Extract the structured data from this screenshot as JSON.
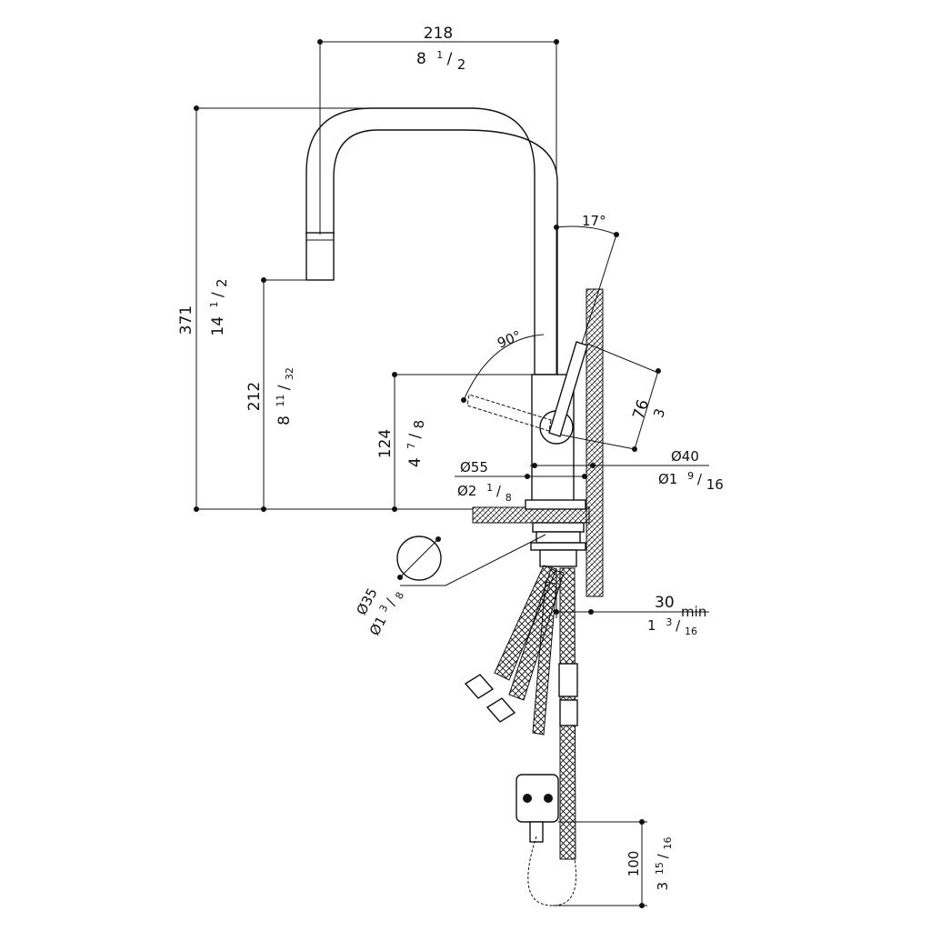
{
  "title": "",
  "dims": {
    "width_mm": "218",
    "width_in_whole": "8",
    "width_in_frac_n": "1",
    "width_in_frac_d": "2",
    "height_total_mm": "371",
    "height_total_in_whole": "14",
    "height_total_in_frac_n": "1",
    "height_total_in_frac_d": "2",
    "spout_height_mm": "212",
    "spout_height_in_whole": "8",
    "spout_height_in_frac_n": "11",
    "spout_height_in_frac_d": "32",
    "body_height_mm": "124",
    "body_height_in_whole": "4",
    "body_height_in_frac_n": "7",
    "body_height_in_frac_d": "8",
    "base_dia_mm": "Ø55",
    "base_dia_in_whole": "Ø2",
    "base_dia_in_frac_n": "1",
    "base_dia_in_frac_d": "8",
    "body_dia_mm": "Ø40",
    "body_dia_in_whole": "Ø1",
    "body_dia_in_frac_n": "9",
    "body_dia_in_frac_d": "16",
    "hole_dia_mm": "Ø35",
    "hole_dia_in_whole": "Ø1",
    "hole_dia_in_frac_n": "3",
    "hole_dia_in_frac_d": "8",
    "wall_clear_mm": "30",
    "wall_clear_suffix": "min",
    "wall_clear_in_whole": "1",
    "wall_clear_in_frac_n": "3",
    "wall_clear_in_frac_d": "16",
    "lever_len_mm": "76",
    "lever_len_in": "3",
    "hose_drop_mm": "100",
    "hose_drop_in_whole": "3",
    "hose_drop_in_frac_n": "15",
    "hose_drop_in_frac_d": "16",
    "angle_tilt": "17°",
    "angle_swing": "90°"
  },
  "colors": {
    "line": "#111111",
    "background": "#ffffff"
  }
}
